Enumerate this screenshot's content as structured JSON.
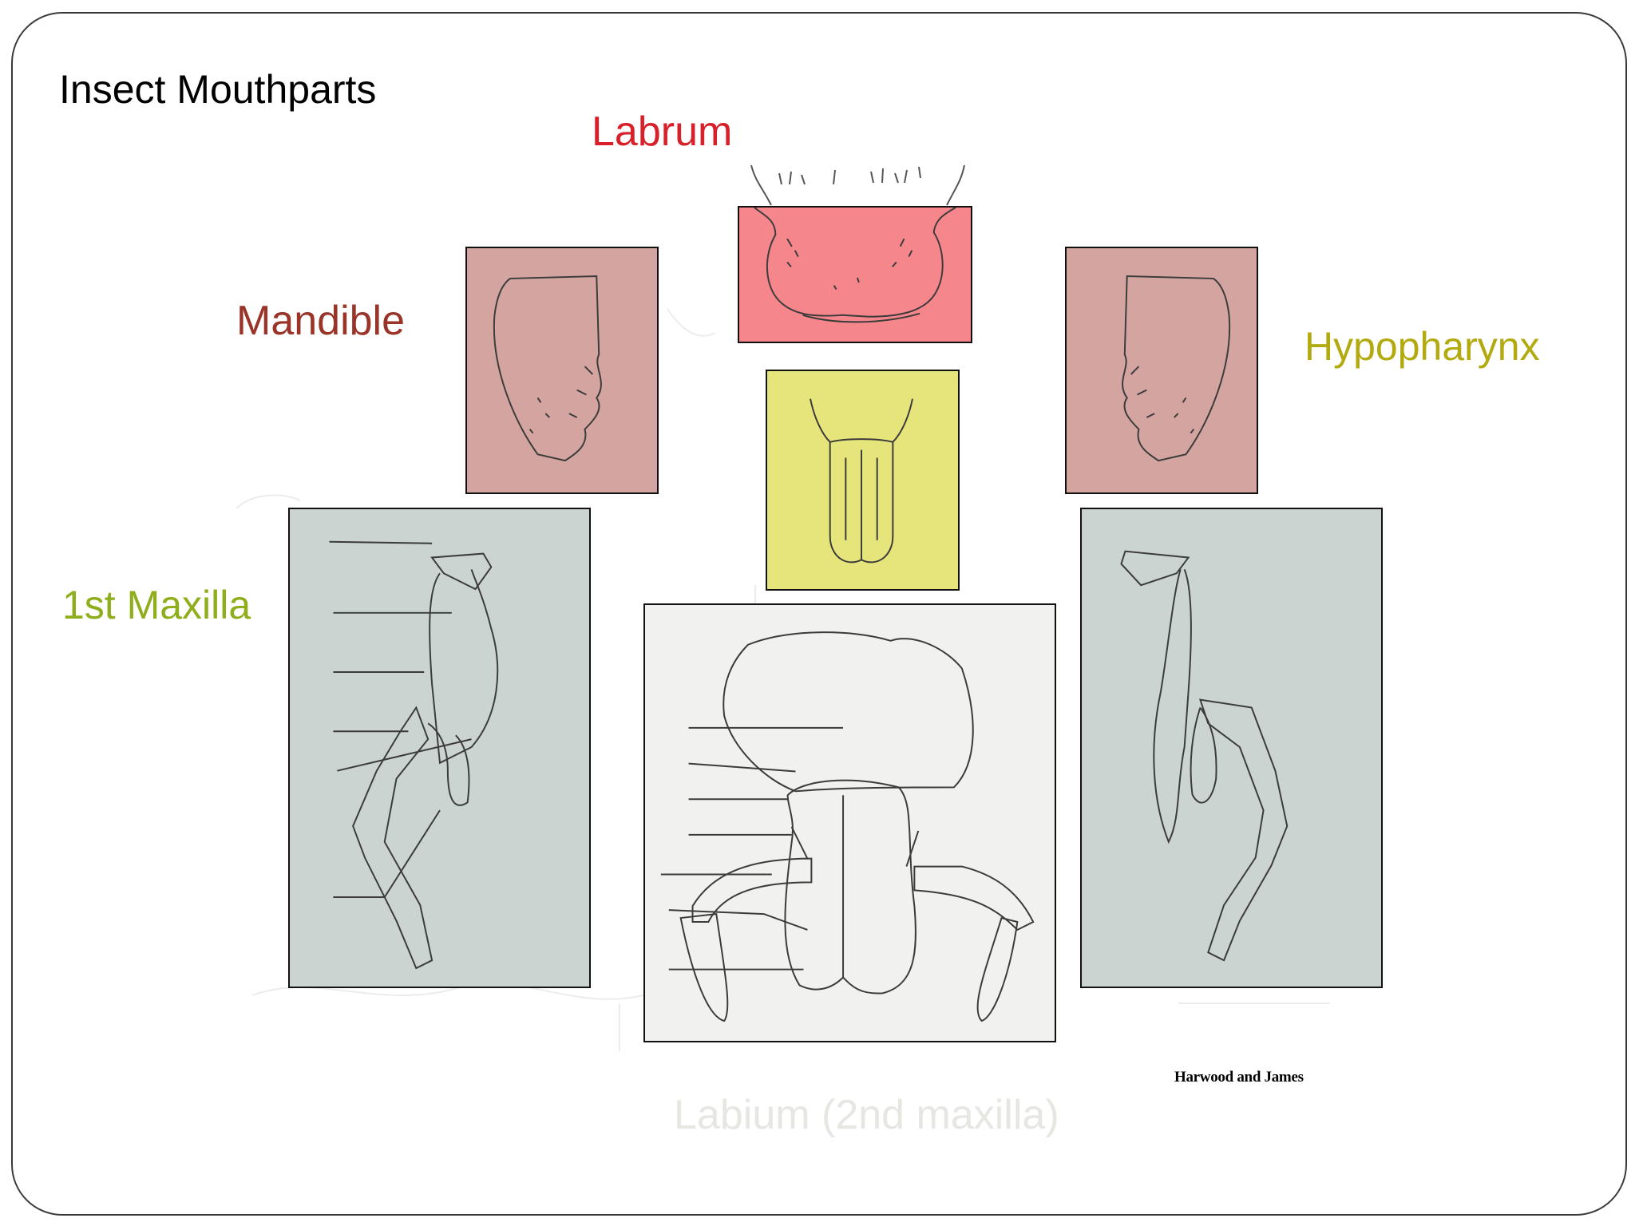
{
  "slide": {
    "title": "Insect Mouthparts",
    "labels": {
      "labrum": "Labrum",
      "mandible": "Mandible",
      "hypopharynx": "Hypopharynx",
      "first_maxilla": "1st Maxilla",
      "labium": "Labium (2nd maxilla)"
    },
    "credit": "Harwood and James"
  },
  "colors": {
    "labrum_label": "#d8202a",
    "mandible_label": "#9a3428",
    "hypopharynx_label": "#b3aa10",
    "maxilla_label": "#8fae1b",
    "labium_label": "#e6e6e2",
    "labrum_fill": "#f5868c",
    "mandible_fill": "#d4a5a0",
    "hypopharynx_fill": "#e6e57c",
    "maxilla_fill": "#cbd4d0",
    "labium_fill": "#f1f1ef"
  },
  "icons": {
    "labrum": "labrum-drawing-icon",
    "mandible_left": "left-mandible-drawing-icon",
    "mandible_right": "right-mandible-drawing-icon",
    "hypopharynx": "hypopharynx-drawing-icon",
    "maxilla_left": "left-maxilla-drawing-icon",
    "maxilla_right": "right-maxilla-drawing-icon",
    "labium": "labium-drawing-icon"
  }
}
